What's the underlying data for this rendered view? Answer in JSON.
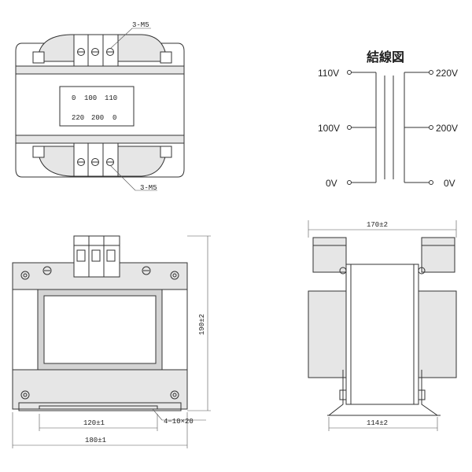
{
  "top_view": {
    "terminal_label_top": "3-M5",
    "terminal_label_bottom": "3-M5",
    "plate_row1": [
      "0",
      "100",
      "110"
    ],
    "plate_row2": [
      "220",
      "200",
      "0"
    ]
  },
  "wiring": {
    "title": "結線図",
    "primary": [
      "110V",
      "100V",
      "0V"
    ],
    "secondary": [
      "220V",
      "200V",
      "0V"
    ]
  },
  "front_view": {
    "dim_height": "190±2",
    "dim_mount": "120±1",
    "dim_width": "180±1",
    "dim_holes": "4−10×20"
  },
  "side_view": {
    "dim_top": "170±2",
    "dim_bottom": "114±2"
  }
}
